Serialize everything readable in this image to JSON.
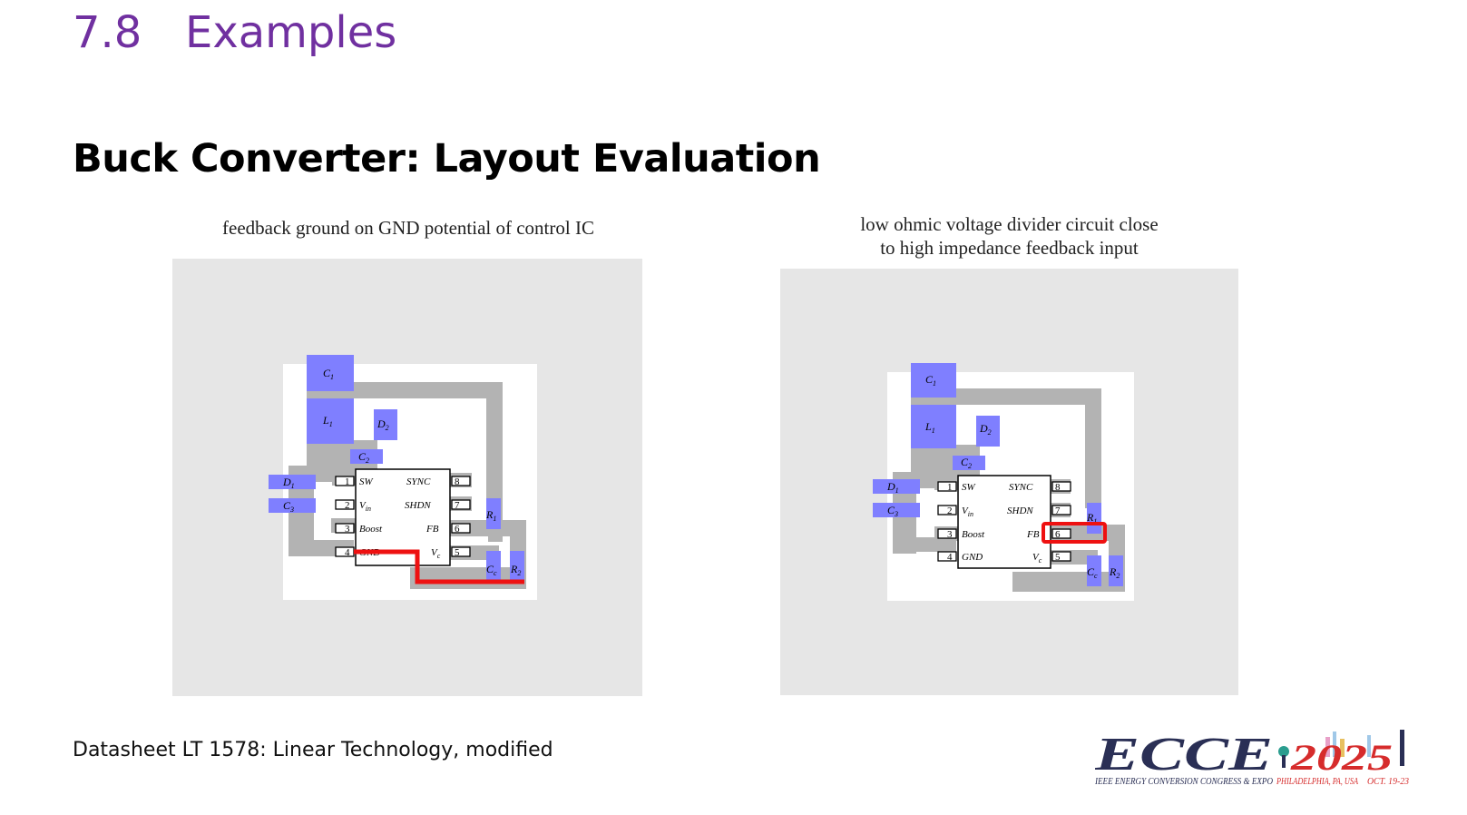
{
  "header": {
    "section_number": "7.8",
    "section_title": "Examples"
  },
  "slide_title": "Buck Converter: Layout Evaluation",
  "diagrams": [
    {
      "caption": "feedback ground on GND potential of control IC"
    },
    {
      "caption_line1": "low ohmic voltage divider circuit close",
      "caption_line2": "to high impedance feedback input"
    }
  ],
  "components": {
    "C1": "C",
    "C1_sub": "1",
    "L1": "L",
    "L1_sub": "1",
    "D2": "D",
    "D2_sub": "2",
    "C2": "C",
    "C2_sub": "2",
    "D1": "D",
    "D1_sub": "1",
    "C3": "C",
    "C3_sub": "3",
    "R1": "R",
    "R1_sub": "1",
    "Cc": "C",
    "Cc_sub": "c",
    "R2": "R",
    "R2_sub": "2"
  },
  "ic_pins": {
    "p1": "1",
    "p1_label": "SW",
    "p2": "2",
    "p2_label": "V",
    "p2_sub": "in",
    "p3": "3",
    "p3_label": "Boost",
    "p4": "4",
    "p4_label": "GND",
    "p5": "5",
    "p5_label": "V",
    "p5_sub": "c",
    "p6": "6",
    "p6_label": "FB",
    "p7": "7",
    "p7_label": "SHDN",
    "p8": "8",
    "p8_label": "SYNC"
  },
  "source_text": "Datasheet LT 1578: Linear Technology, modified",
  "logo": {
    "letters": "ECCE",
    "year": "2025",
    "tagline": "IEEE ENERGY CONVERSION CONGRESS & EXPO",
    "location": "PHILADELPHIA, PA, USA",
    "dates": "OCT. 19-23"
  },
  "colors": {
    "title_purple": "#7030a0",
    "component_blue": "#7f7fff",
    "trace_gray": "#b3b3b3",
    "board_bg": "#e6e6e6",
    "highlight_red": "#ee1111",
    "logo_navy": "#2a2f55",
    "logo_red": "#d62c2c"
  }
}
